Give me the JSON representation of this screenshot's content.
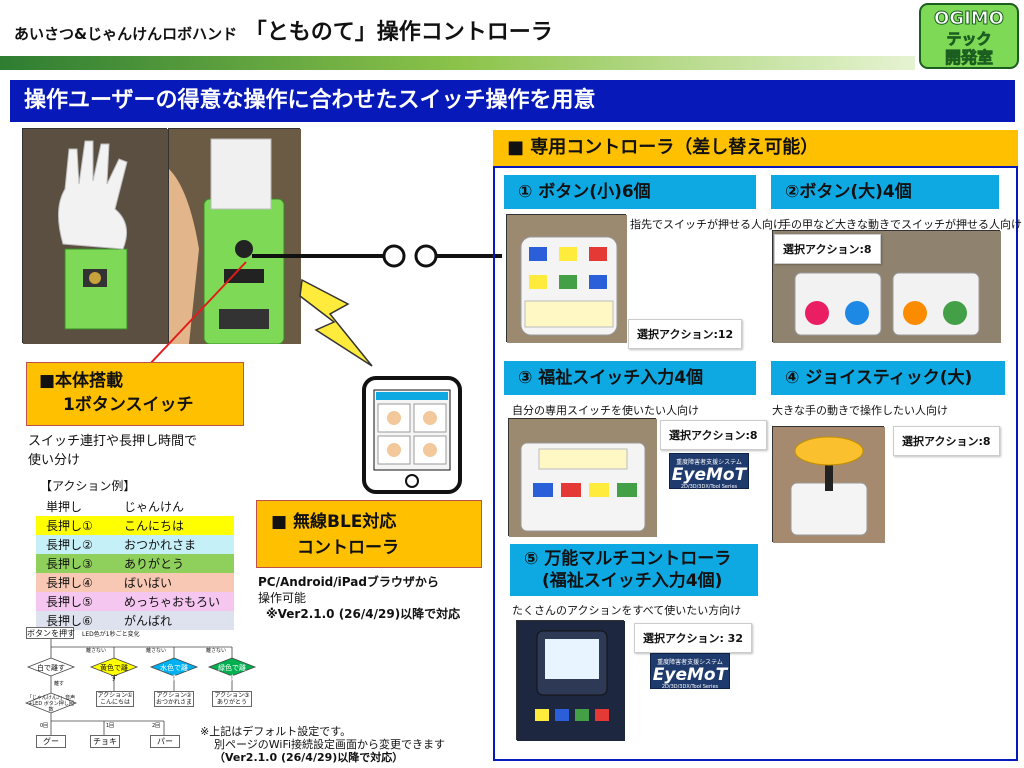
{
  "header": {
    "subtitle": "あいさつ&じゃんけんロボハンド",
    "title": "「とものて」操作コントローラ",
    "logo_line1": "OGIMO",
    "logo_line2": "テック",
    "logo_line3": "開発室"
  },
  "banner": "操作ユーザーの得意な操作に合わせたスイッチ操作を用意",
  "body_switch": {
    "title_line1": "■本体搭載",
    "title_line2": "1ボタンスイッチ",
    "desc_line1": "スイッチ連打や長押し時間で",
    "desc_line2": "使い分け"
  },
  "action_examples": {
    "heading": "【アクション例】",
    "rows": [
      {
        "op": "単押し",
        "action": "じゃんけん",
        "color": "#ffffff"
      },
      {
        "op": "長押し①",
        "action": "こんにちは",
        "color": "#ffff00"
      },
      {
        "op": "長押し②",
        "action": "おつかれさま",
        "color": "#c6f0f7"
      },
      {
        "op": "長押し③",
        "action": "ありがとう",
        "color": "#8fcf5c"
      },
      {
        "op": "長押し④",
        "action": "ばいばい",
        "color": "#f8c8b4"
      },
      {
        "op": "長押し⑤",
        "action": "めっちゃおもろい",
        "color": "#f4c6f0"
      },
      {
        "op": "長押し⑥",
        "action": "がんばれ",
        "color": "#dde2ee"
      }
    ]
  },
  "flowchart": {
    "start": "ボタンを押す",
    "note_color": "LED色が1秒ごと変化",
    "d1": "白で離す",
    "d2": "黄色で離す",
    "d3": "水色で離す",
    "d4": "緑色で離す",
    "no": "離さない",
    "yes": "離す",
    "jyanken": "「じゃんけん♪」音声+LED ボタン押し回数",
    "a1": "アクション① こんにちは",
    "a2": "アクション② おつかれさま",
    "a3": "アクション③ ありがとう",
    "r0": "0回",
    "r1": "1回",
    "r2": "2回",
    "g": "グー",
    "c": "チョキ",
    "p": "パー"
  },
  "default_note": {
    "line1": "※上記はデフォルト設定です。",
    "line2": "別ページのWiFi接続設定画面から変更できます",
    "line3": "（Ver2.1.0 (26/4/29)以降で対応）"
  },
  "ble": {
    "title_line1": "■ 無線BLE対応",
    "title_line2": "コントローラ",
    "desc_line1": "PC/Android/iPadブラウザから",
    "desc_line2": "操作可能",
    "version_note": "※Ver2.1.0 (26/4/29)以降で対応"
  },
  "controllers": {
    "heading": "■ 専用コントローラ（差し替え可能）",
    "items": [
      {
        "title": "① ボタン(小)6個",
        "desc": "指先でスイッチが押せる人向け",
        "actions": "選択アクション:12"
      },
      {
        "title": "②ボタン(大)4個",
        "desc": "手の甲など大きな動きでスイッチが押せる人向け",
        "actions": "選択アクション:8"
      },
      {
        "title": "③ 福祉スイッチ入力4個",
        "desc": "自分の専用スイッチを使いたい人向け",
        "actions": "選択アクション:8"
      },
      {
        "title": "④ ジョイスティック(大)",
        "desc": "大きな手の動きで操作したい人向け",
        "actions": "選択アクション:8"
      },
      {
        "title": "⑤ 万能マルチコントローラ",
        "title2": "(福祉スイッチ入力4個)",
        "desc": "たくさんのアクションをすべて使いたい方向け",
        "actions": "選択アクション: 32"
      }
    ]
  },
  "eyemot": {
    "line1": "重度障害者支援システム",
    "name": "EyeMoT",
    "line3": "2D/3D/3DX/Tool Series"
  },
  "colors": {
    "banner": "#0719b8",
    "accent_orange": "#ffc000",
    "accent_cyan": "#0ea9e3",
    "hand_green": "#7ed957"
  }
}
